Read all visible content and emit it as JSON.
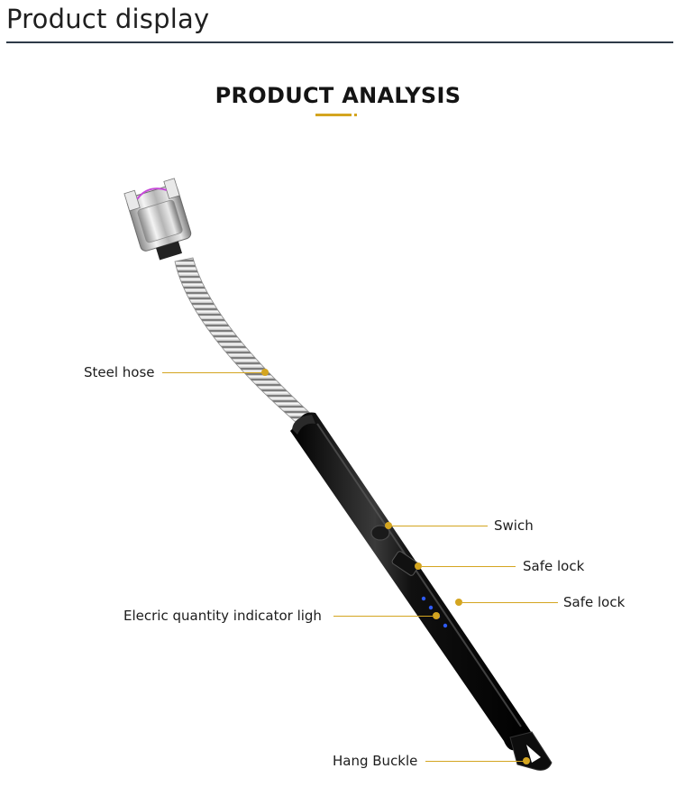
{
  "header": {
    "title": "Product display"
  },
  "section": {
    "title": "PRODUCT ANALYSIS"
  },
  "accent_color": "#d4a520",
  "callouts": [
    {
      "label": "Steel hose"
    },
    {
      "label": "Swich"
    },
    {
      "label": "Safe lock"
    },
    {
      "label": "Safe lock"
    },
    {
      "label": "Elecric quantity indicator ligh"
    },
    {
      "label": "Hang Buckle"
    }
  ]
}
